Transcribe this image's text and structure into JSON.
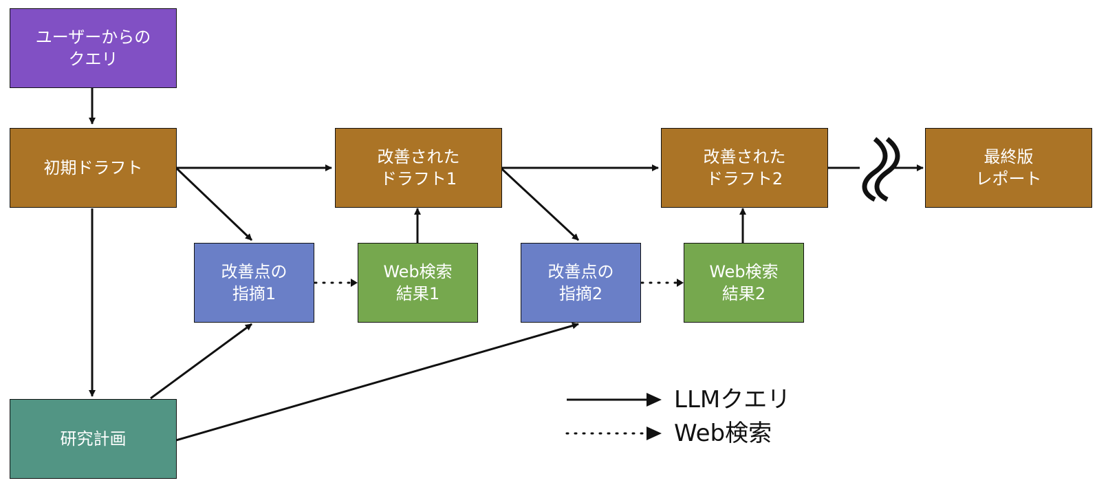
{
  "nodes": {
    "query": {
      "line1": "ユーザーからの",
      "line2": "クエリ"
    },
    "draft0": {
      "line1": "初期ドラフト"
    },
    "draft1": {
      "line1": "改善された",
      "line2": "ドラフト1"
    },
    "draft2": {
      "line1": "改善された",
      "line2": "ドラフト2"
    },
    "final": {
      "line1": "最終版",
      "line2": "レポート"
    },
    "critique1": {
      "line1": "改善点の",
      "line2": "指摘1"
    },
    "search1": {
      "line1": "Web検索",
      "line2": "結果1"
    },
    "critique2": {
      "line1": "改善点の",
      "line2": "指摘2"
    },
    "search2": {
      "line1": "Web検索",
      "line2": "結果2"
    },
    "plan": {
      "line1": "研究計画"
    }
  },
  "legend": {
    "llm_query": "LLMクエリ",
    "web_search": "Web検索"
  },
  "colors": {
    "query": "#8150c4",
    "draft": "#ab7426",
    "critique": "#6a7fc7",
    "search": "#76a84e",
    "plan": "#529584"
  }
}
